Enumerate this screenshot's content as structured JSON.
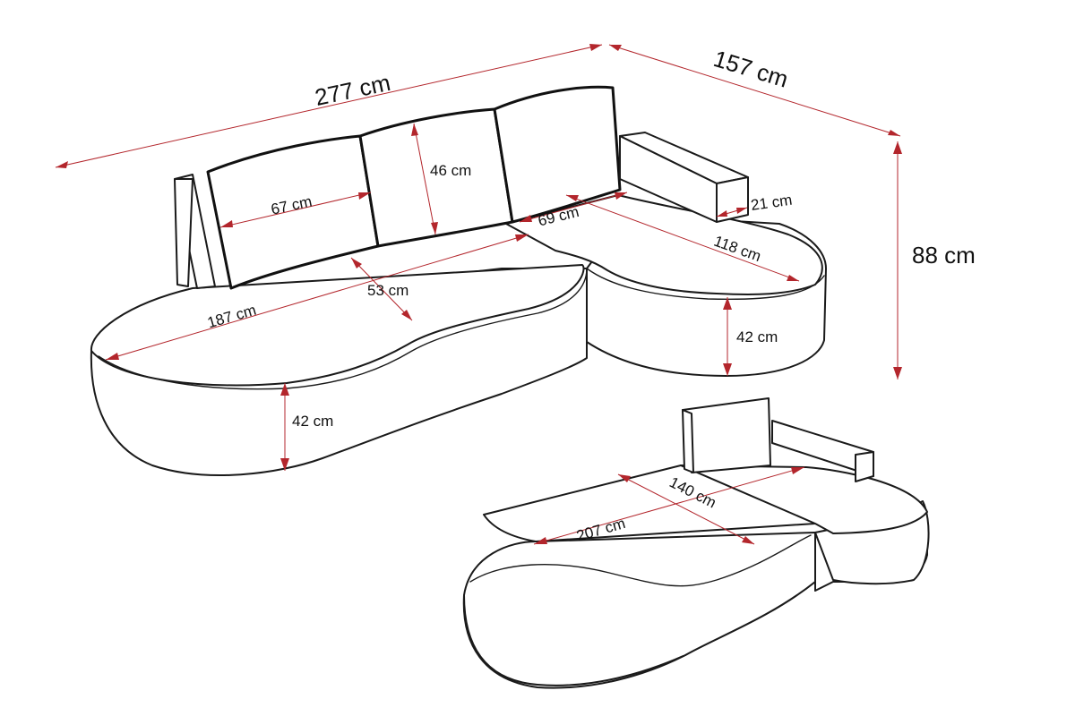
{
  "dimensions": {
    "total_length": "277 cm",
    "total_depth": "157 cm",
    "height": "88 cm",
    "cushion_left_width": "67 cm",
    "cushion_height": "46 cm",
    "cushion_right_width": "69 cm",
    "armrest_width": "21 cm",
    "seat_depth": "53 cm",
    "seat_length": "187 cm",
    "chaise_length": "118 cm",
    "seat_height_left": "42 cm",
    "seat_height_right": "42 cm",
    "bed_length": "207 cm",
    "bed_width": "140 cm"
  },
  "colors": {
    "dimension": "#b3262c",
    "outline": "#1a1a1a"
  }
}
